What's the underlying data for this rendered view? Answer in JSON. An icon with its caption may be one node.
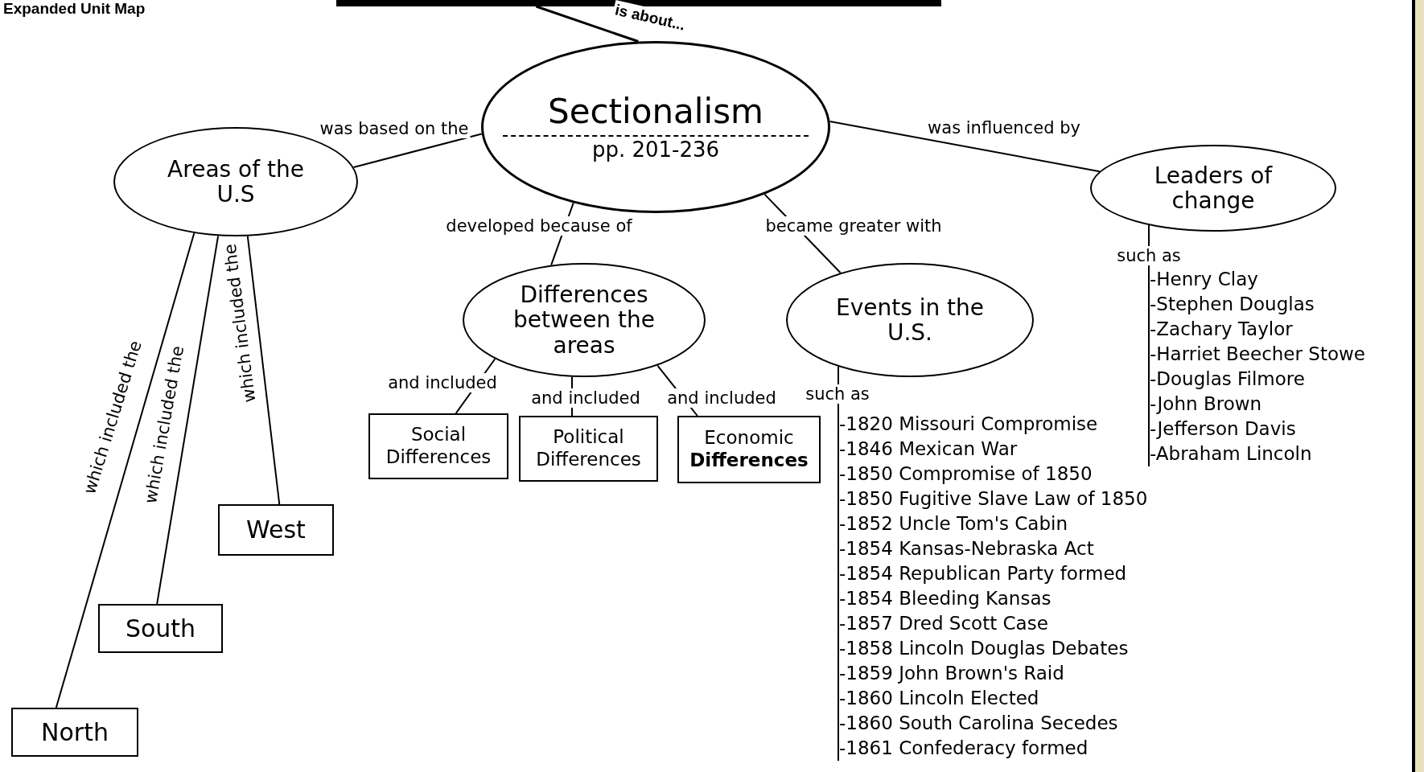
{
  "diagram": {
    "title": "Expanded Unit Map",
    "nodes": [
      {
        "text": [],
        "shape": "bar"
      },
      {
        "text": [
          "Sectionalism",
          "pp. 201-236"
        ]
      },
      {
        "text": [
          "Areas of the U.S"
        ]
      },
      {
        "text": [
          "Leaders of change"
        ]
      },
      {
        "text": [
          "Differences between the areas"
        ]
      },
      {
        "text": [
          "Events in the U.S."
        ]
      },
      {
        "text": [
          "Social Differences"
        ]
      },
      {
        "text": [
          "Political Differences"
        ]
      },
      {
        "text": [
          "Economic **Differences**"
        ]
      },
      {
        "text": [
          "West"
        ]
      },
      {
        "text": [
          "South"
        ]
      },
      {
        "text": [
          "North"
        ]
      },
      {
        "text": [
          "-Henry Clay",
          "-Stephen Douglas",
          "-Zachary Taylor",
          "-Harriet Beecher Stowe",
          "-Douglas Filmore",
          "-John Brown",
          "-Jefferson Davis",
          "-Abraham Lincoln"
        ]
      },
      {
        "text": [
          "-1820 Missouri Compromise",
          "-1846 Mexican War",
          "-1850 Compromise of 1850",
          "-1850 Fugitive Slave Law of 1850",
          "-1852 Uncle Tom's Cabin",
          "-1854 Kansas-Nebraska Act",
          "-1854 Republican Party formed",
          "-1854 Bleeding Kansas",
          "-1857 Dred Scott Case",
          "-1858 Lincoln Douglas Debates",
          "-1859 John Brown's Raid",
          "-1860 Lincoln Elected",
          "-1860 South Carolina Secedes",
          "-1861  Confederacy formed"
        ]
      }
    ],
    "edges": [
      {
        "from": 0,
        "to": 1,
        "arrow": "none",
        "label": "is about..."
      },
      {
        "from": 1,
        "to": 2,
        "arrow": "none",
        "label": "was based on the"
      },
      {
        "from": 1,
        "to": 3,
        "arrow": "none",
        "label": "was influenced by"
      },
      {
        "from": 1,
        "to": 4,
        "arrow": "none",
        "label": "developed because of"
      },
      {
        "from": 1,
        "to": 5,
        "arrow": "none",
        "label": "became greater with"
      },
      {
        "from": 4,
        "to": 6,
        "arrow": "none",
        "label": "and included"
      },
      {
        "from": 4,
        "to": 7,
        "arrow": "none",
        "label": "and included"
      },
      {
        "from": 4,
        "to": 8,
        "arrow": "none",
        "label": "and included"
      },
      {
        "from": 2,
        "to": 11,
        "arrow": "none",
        "label": "which included the"
      },
      {
        "from": 2,
        "to": 10,
        "arrow": "none",
        "label": "which included the"
      },
      {
        "from": 2,
        "to": 9,
        "arrow": "none",
        "label": "which included the"
      },
      {
        "from": 5,
        "to": 13,
        "arrow": "none",
        "label": "such as"
      },
      {
        "from": 3,
        "to": 12,
        "arrow": "none",
        "label": "such as"
      }
    ]
  }
}
